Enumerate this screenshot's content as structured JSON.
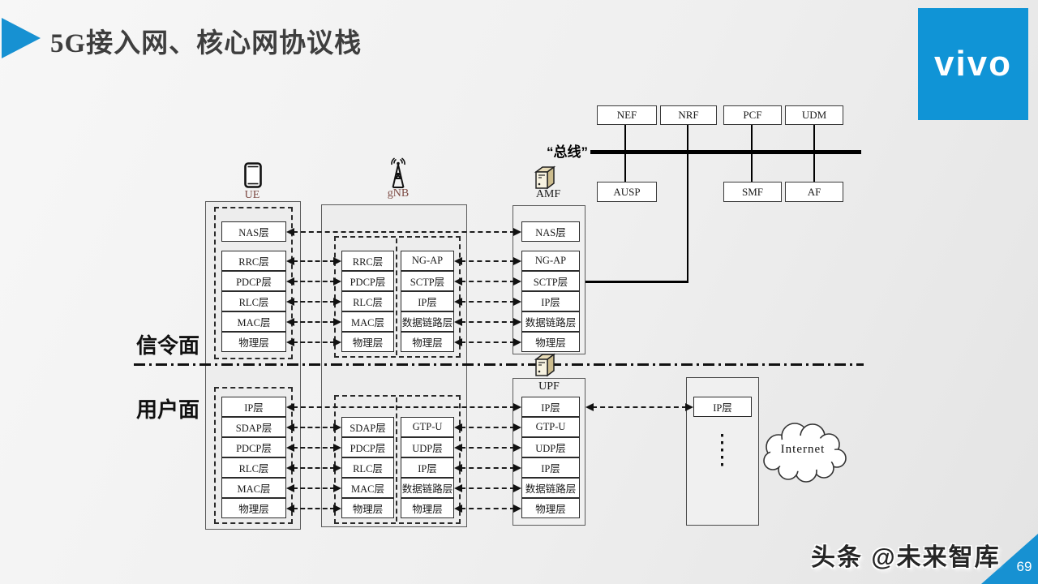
{
  "slide": {
    "title": "5G接入网、核心网协议栈",
    "logo_text": "vivo",
    "credit": "头条 @未来智库",
    "page_number": "69"
  },
  "bus": {
    "label": "“总线”",
    "top_row": [
      "NEF",
      "NRF",
      "PCF",
      "UDM"
    ],
    "bottom_row": [
      "AUSP",
      "SMF",
      "AF"
    ]
  },
  "planes": {
    "signaling": "信令面",
    "user": "用户面"
  },
  "nodes": {
    "ue": {
      "label": "UE",
      "nas": "NAS层",
      "sig_layers": [
        "RRC层",
        "PDCP层",
        "RLC层",
        "MAC层",
        "物理层"
      ],
      "user_layers": [
        "IP层",
        "SDAP层",
        "PDCP层",
        "RLC层",
        "MAC层",
        "物理层"
      ]
    },
    "gnb": {
      "label": "gNB",
      "sig_left": [
        "RRC层",
        "PDCP层",
        "RLC层",
        "MAC层",
        "物理层"
      ],
      "sig_right": [
        "NG-AP",
        "SCTP层",
        "IP层",
        "数据链路层",
        "物理层"
      ],
      "user_left": [
        "SDAP层",
        "PDCP层",
        "RLC层",
        "MAC层",
        "物理层"
      ],
      "user_right": [
        "GTP-U",
        "UDP层",
        "IP层",
        "数据链路层",
        "物理层"
      ]
    },
    "amf": {
      "label": "AMF",
      "nas": "NAS层",
      "layers": [
        "NG-AP",
        "SCTP层",
        "IP层",
        "数据链路层",
        "物理层"
      ]
    },
    "upf": {
      "label": "UPF",
      "layers": [
        "IP层",
        "GTP-U",
        "UDP层",
        "IP层",
        "数据链路层",
        "物理层"
      ]
    },
    "edge_router": {
      "ip_layer": "IP层"
    },
    "internet": {
      "label": "Internet"
    }
  }
}
